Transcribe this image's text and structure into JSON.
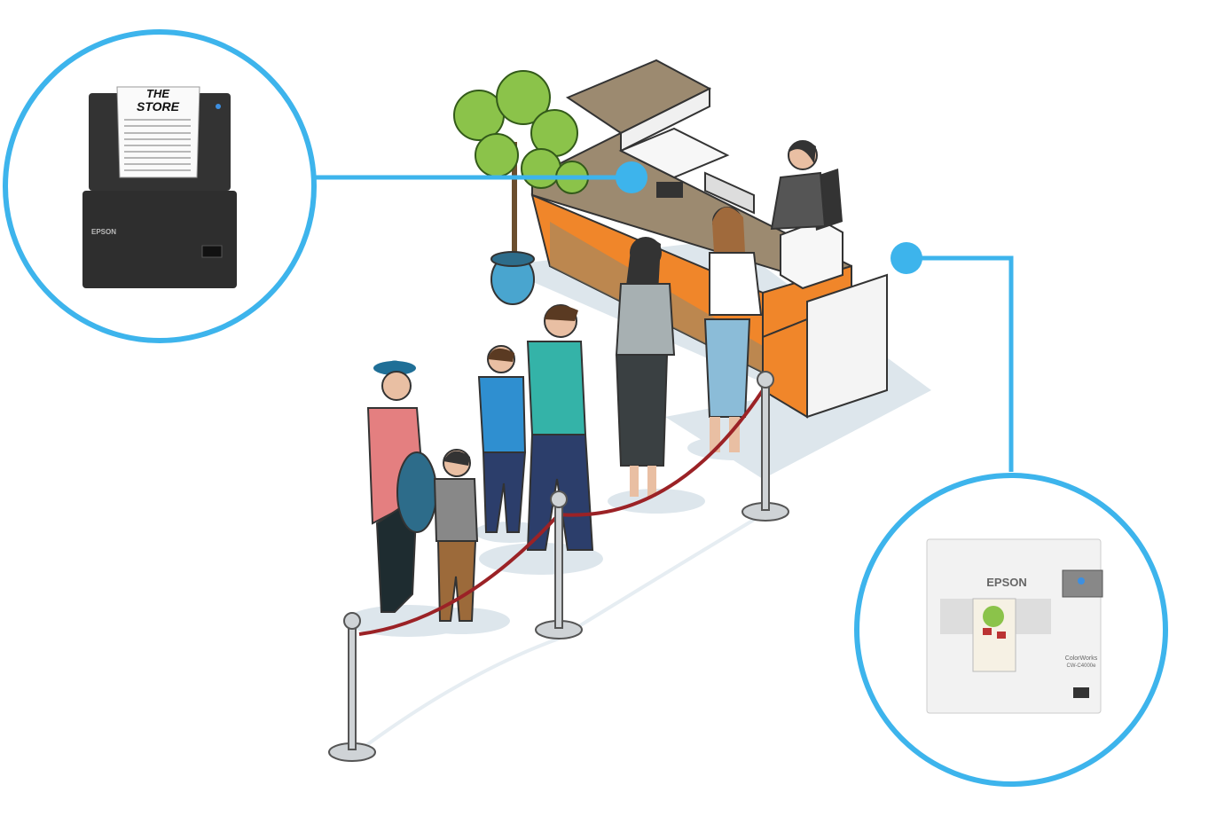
{
  "callouts": {
    "receipt_printer": {
      "brand": "EPSON",
      "receipt_title_line1": "THE",
      "receipt_title_line2": "STORE"
    },
    "label_printer": {
      "brand": "EPSON",
      "model_line1": "ColorWorks",
      "model_line2": "CW-C4000e"
    }
  },
  "colors": {
    "callout": "#3db4ec",
    "counter": "#f0862a",
    "counter_top": "#9c8a70",
    "rope": "#9b2226",
    "floor_shadow": "#dde6ec"
  }
}
